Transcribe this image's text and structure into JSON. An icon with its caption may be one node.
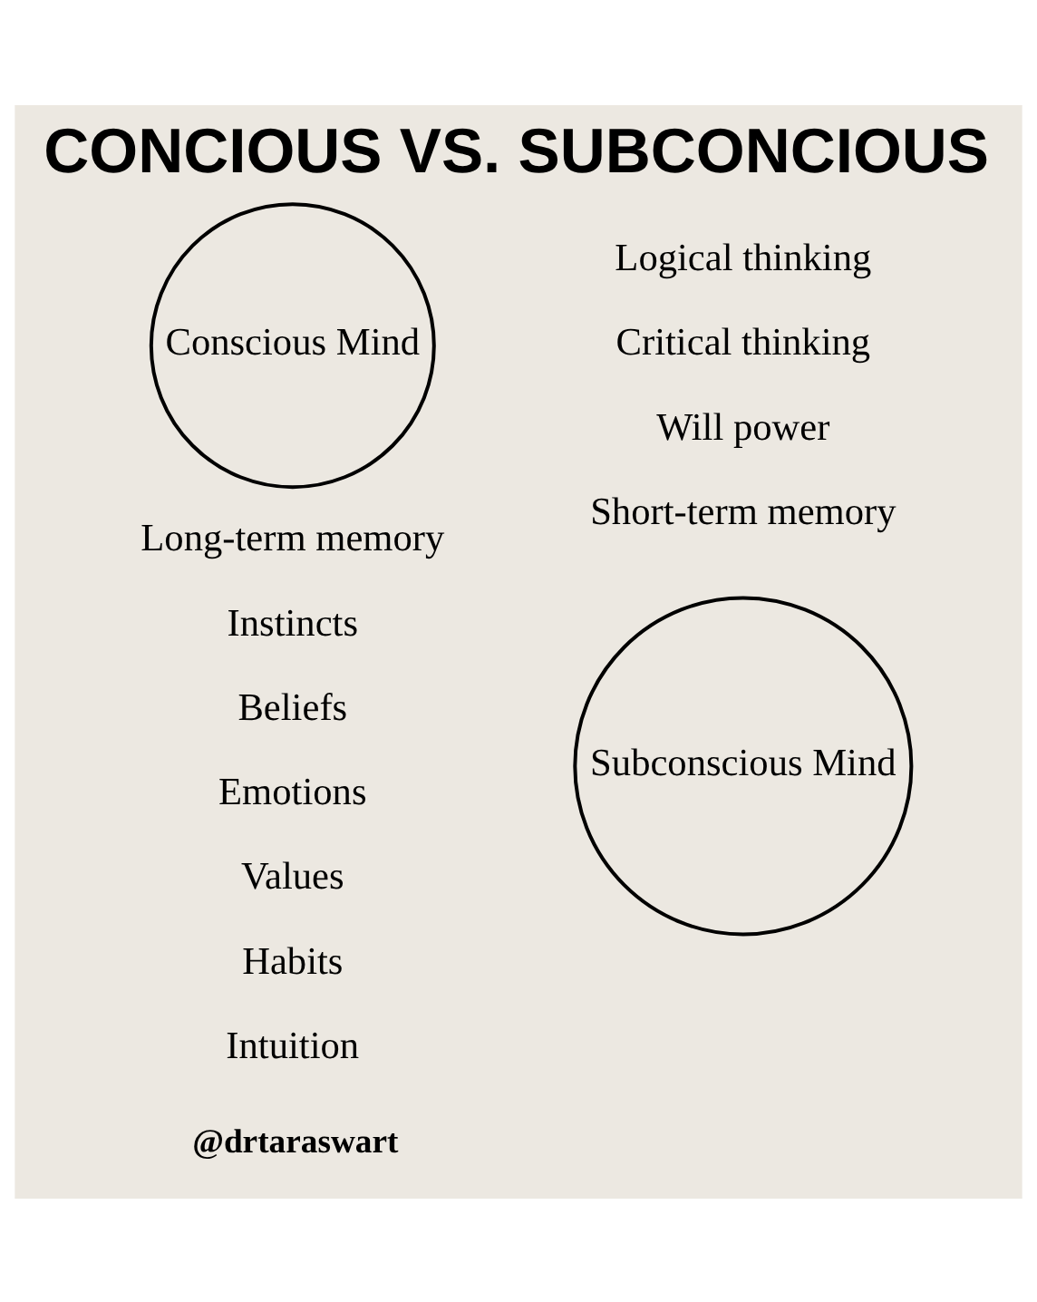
{
  "diagram": {
    "title": "CONCIOUS VS. SUBCONCIOUS",
    "caption": "@drtaraswart",
    "nodes": [
      {
        "text": [
          "Conscious Mind"
        ],
        "beside": [
          "Logical thinking",
          "Critical thinking",
          "Will power",
          "Short-term memory"
        ]
      },
      {
        "text": [
          "Subconscious Mind"
        ],
        "beside": [
          "Long-term memory",
          "Instincts",
          "Beliefs",
          "Emotions",
          "Values",
          "Habits",
          "Intuition"
        ]
      }
    ],
    "edges": []
  }
}
